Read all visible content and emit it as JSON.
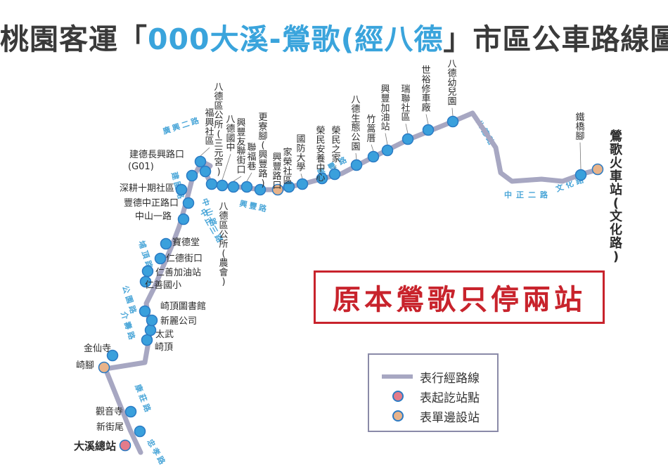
{
  "title": {
    "prefix": "桃園客運「",
    "route": "000大溪-鶯歌(經八德",
    "suffix": "」市區公車路線圖"
  },
  "notice": "原本鶯歌只停兩站",
  "legend": {
    "route_line": "表行經路線",
    "terminal": "表起訖站點",
    "one_way_stop": "表單邊設站"
  },
  "colors": {
    "route_line": "#a7a7c2",
    "stop": "#3aa0dc",
    "stop_border": "#2b7bc4",
    "terminal": "#e37b8a",
    "one_way": "#e8b38a",
    "road_label": "#4aa6d8",
    "title_accent": "#3aa4dc",
    "notice": "#c8232c"
  },
  "stations": [
    {
      "name": "大溪總站",
      "type": "terminal",
      "bold": true
    },
    {
      "name": "新街尾",
      "type": "stop"
    },
    {
      "name": "觀音寺",
      "type": "stop"
    },
    {
      "name": "崎腳",
      "type": "one_way"
    },
    {
      "name": "金仙寺",
      "type": "stop"
    },
    {
      "name": "崎頂",
      "type": "stop"
    },
    {
      "name": "太武",
      "type": "stop"
    },
    {
      "name": "新麗公司",
      "type": "stop"
    },
    {
      "name": "崎頂圖書館",
      "type": "stop"
    },
    {
      "name": "仁善國小",
      "type": "stop"
    },
    {
      "name": "仁善加油站",
      "type": "stop"
    },
    {
      "name": "仁德街口",
      "type": "stop"
    },
    {
      "name": "寶德堂",
      "type": "stop"
    },
    {
      "name": "中山一路",
      "type": "stop"
    },
    {
      "name": "豐德中正路口",
      "type": "stop"
    },
    {
      "name": "深耕十期社區",
      "type": "stop"
    },
    {
      "name": "建德長興路口",
      "sub": "(G01)",
      "type": "stop"
    },
    {
      "name": "福興社區",
      "type": "stop"
    },
    {
      "name": "八德區公所(三元宮)",
      "type": "stop"
    },
    {
      "name": "八德區公所(農會)",
      "type": "stop"
    },
    {
      "name": "八德國中",
      "type": "stop"
    },
    {
      "name": "興豐友聯街口",
      "type": "stop"
    },
    {
      "name": "聯福巷",
      "type": "stop"
    },
    {
      "name": "更寮腳(興豐路)",
      "type": "stop"
    },
    {
      "name": "興豐路口",
      "type": "one_way"
    },
    {
      "name": "家榮社區",
      "type": "stop"
    },
    {
      "name": "國防大學",
      "type": "stop"
    },
    {
      "name": "榮民安養中心",
      "type": "stop"
    },
    {
      "name": "榮民之家",
      "type": "stop"
    },
    {
      "name": "八德生態公園",
      "type": "stop"
    },
    {
      "name": "竹篙厝",
      "type": "stop"
    },
    {
      "name": "興豐加油站",
      "type": "stop"
    },
    {
      "name": "瑞聯社區",
      "type": "stop"
    },
    {
      "name": "世裕修車廠",
      "type": "stop"
    },
    {
      "name": "八德幼兒園",
      "type": "stop"
    },
    {
      "name": "鐵橋腳",
      "type": "stop"
    },
    {
      "name": "鶯歌火車站(文化路)",
      "type": "one_way"
    }
  ],
  "roads": [
    "康莊路",
    "介壽路",
    "公園路",
    "埔頂路",
    "中山路",
    "建國路",
    "廣興二路",
    "中正三路",
    "興豐路",
    "八德路",
    "中正二路",
    "文化路",
    "忠孝路"
  ]
}
